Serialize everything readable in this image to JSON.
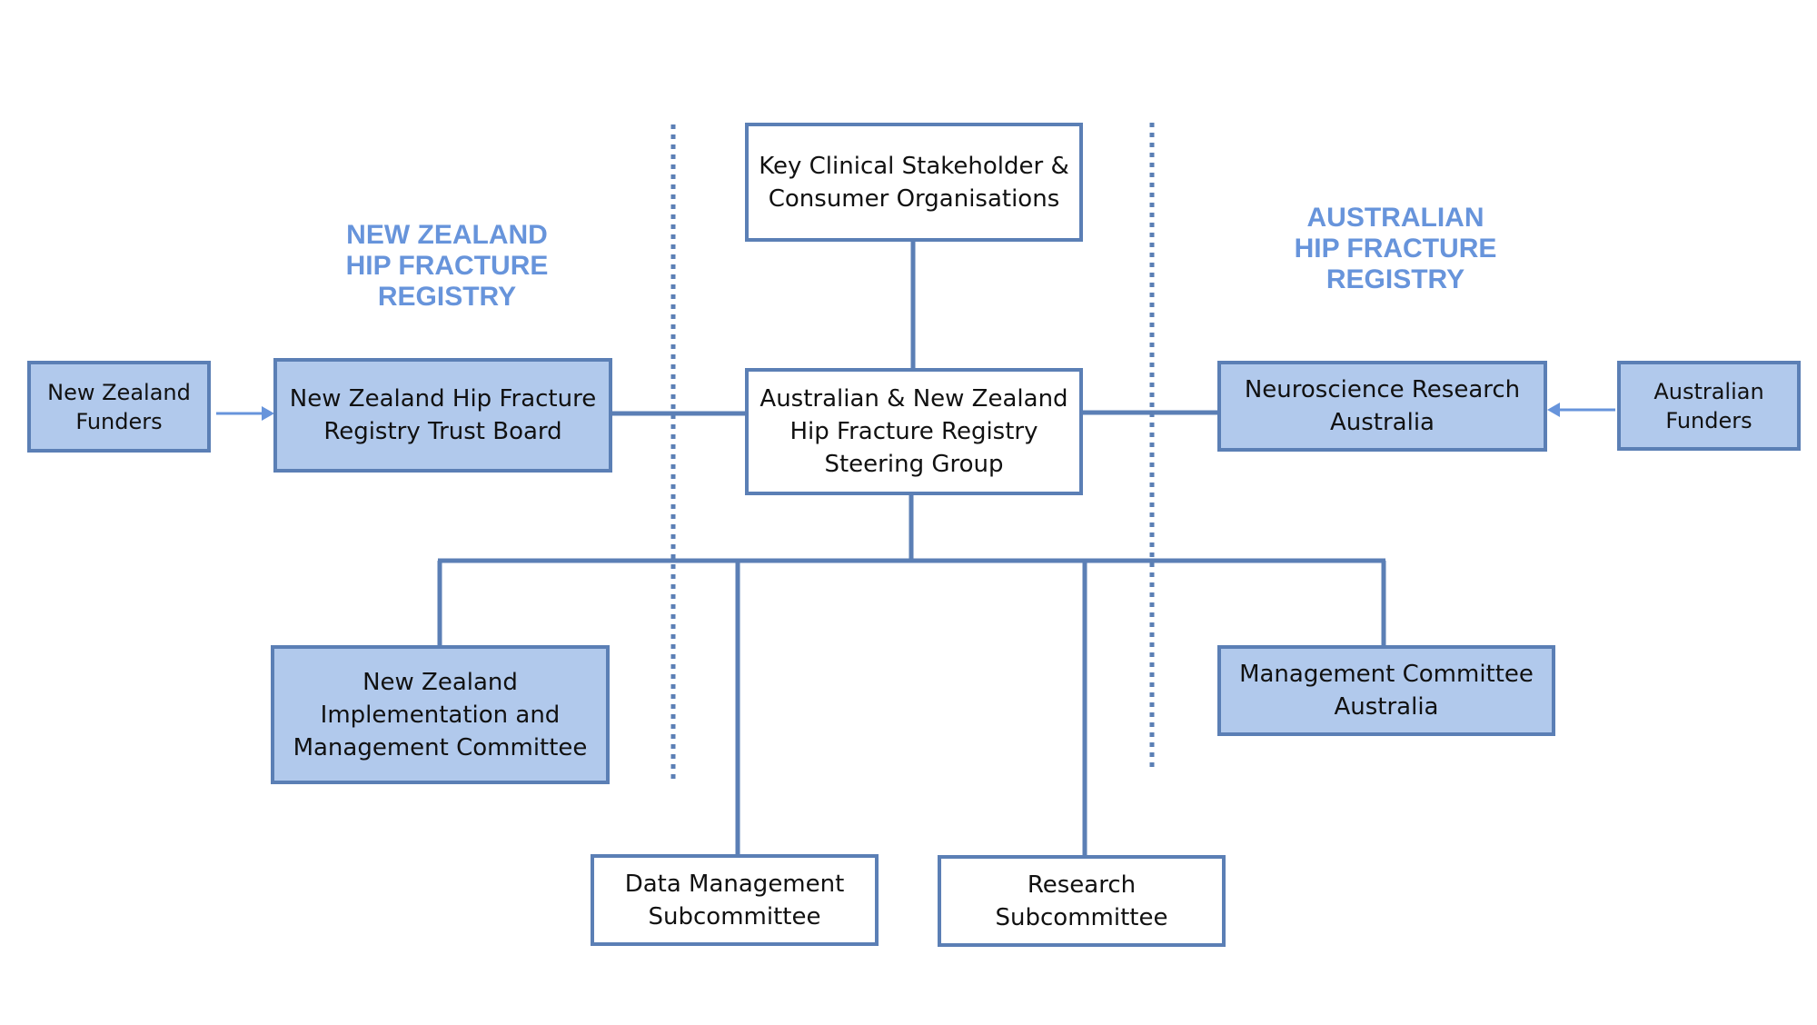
{
  "colors": {
    "box_border": "#5b7fb5",
    "box_fill_blue": "#b1c9ec",
    "heading_text": "#6794db",
    "divider": "#5b7fb5",
    "arrow": "#6794db"
  },
  "headings": {
    "nz": [
      "NEW ZEALAND",
      "HIP FRACTURE",
      "REGISTRY"
    ],
    "au": [
      "AUSTRALIAN",
      "HIP FRACTURE",
      "REGISTRY"
    ]
  },
  "boxes": {
    "stakeholder": [
      "Key Clinical Stakeholder &",
      "Consumer Organisations"
    ],
    "steering": [
      "Australian & New Zealand",
      "Hip Fracture Registry",
      "Steering Group"
    ],
    "nz_funders": [
      "New Zealand",
      "Funders"
    ],
    "nz_trust_board": [
      "New Zealand Hip Fracture",
      "Registry Trust Board"
    ],
    "neuroscience": [
      "Neuroscience Research",
      "Australia"
    ],
    "au_funders": [
      "Australian",
      "Funders"
    ],
    "nz_implementation": [
      "New Zealand",
      "Implementation and",
      "Management Committee"
    ],
    "mgmt_au": [
      "Management Committee",
      "Australia"
    ],
    "data_mgmt": [
      "Data Management",
      "Subcommittee"
    ],
    "research": [
      "Research",
      "Subcommittee"
    ]
  }
}
